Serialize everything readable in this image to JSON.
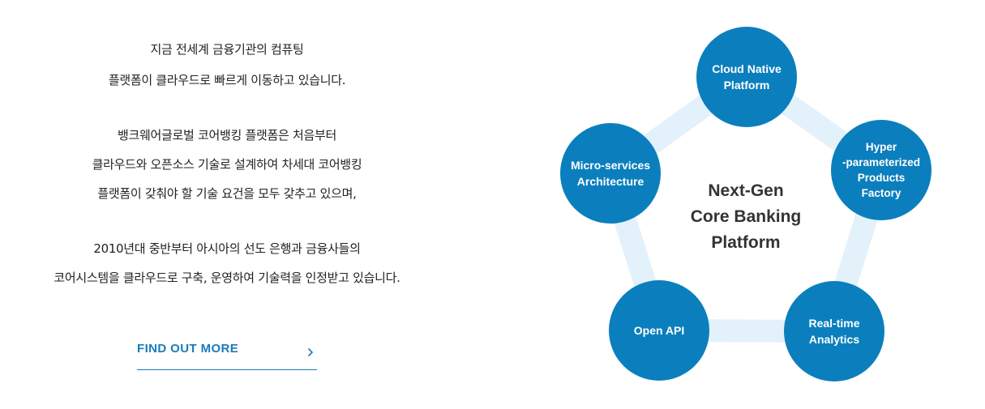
{
  "intro": {
    "lines": [
      "지금 전세계 금융기관의 컴퓨팅",
      "플랫폼이 클라우드로 빠르게 이동하고 있습니다.",
      "뱅크웨어글로벌 코어뱅킹 플랫폼은 처음부터",
      "클라우드와 오픈소스 기술로 설계하여 차세대 코어뱅킹",
      "플랫폼이 갖춰야 할 기술 요건을 모두 갖추고 있으며,",
      "2010년대 중반부터 아시아의 선도 은행과 금융사들의",
      "코어시스템을 클라우드로 구축, 운영하여 기술력을 인정받고 있습니다."
    ]
  },
  "cta": {
    "label": "FIND OUT MORE",
    "icon": "chevron-right-icon"
  },
  "diagram": {
    "center": "Next-Gen\nCore Banking\nPlatform",
    "nodes": [
      "Cloud Native\nPlatform",
      "Hyper\n-parameterized\nProducts\nFactory",
      "Real-time\nAnalytics",
      "Open API",
      "Micro-services\nArchitecture"
    ],
    "colors": {
      "node_fill": "#0b7fbd",
      "ring": "#e3f1fb",
      "accent": "#1a7ab8"
    }
  }
}
